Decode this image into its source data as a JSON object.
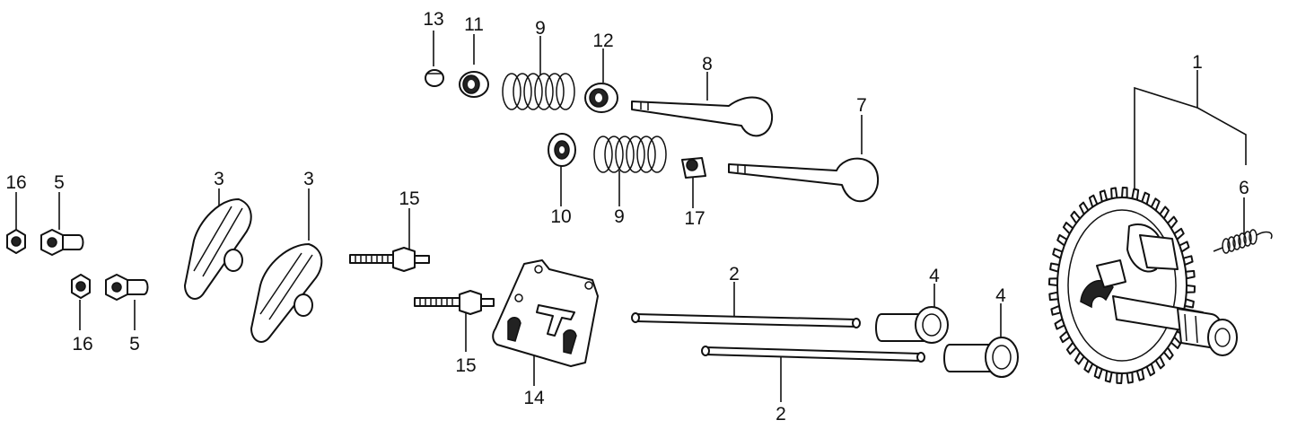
{
  "callouts": [
    "1",
    "2",
    "2",
    "3",
    "3",
    "4",
    "4",
    "5",
    "5",
    "6",
    "7",
    "8",
    "9",
    "9",
    "10",
    "11",
    "12",
    "13",
    "14",
    "15",
    "15",
    "16",
    "16",
    "17"
  ]
}
